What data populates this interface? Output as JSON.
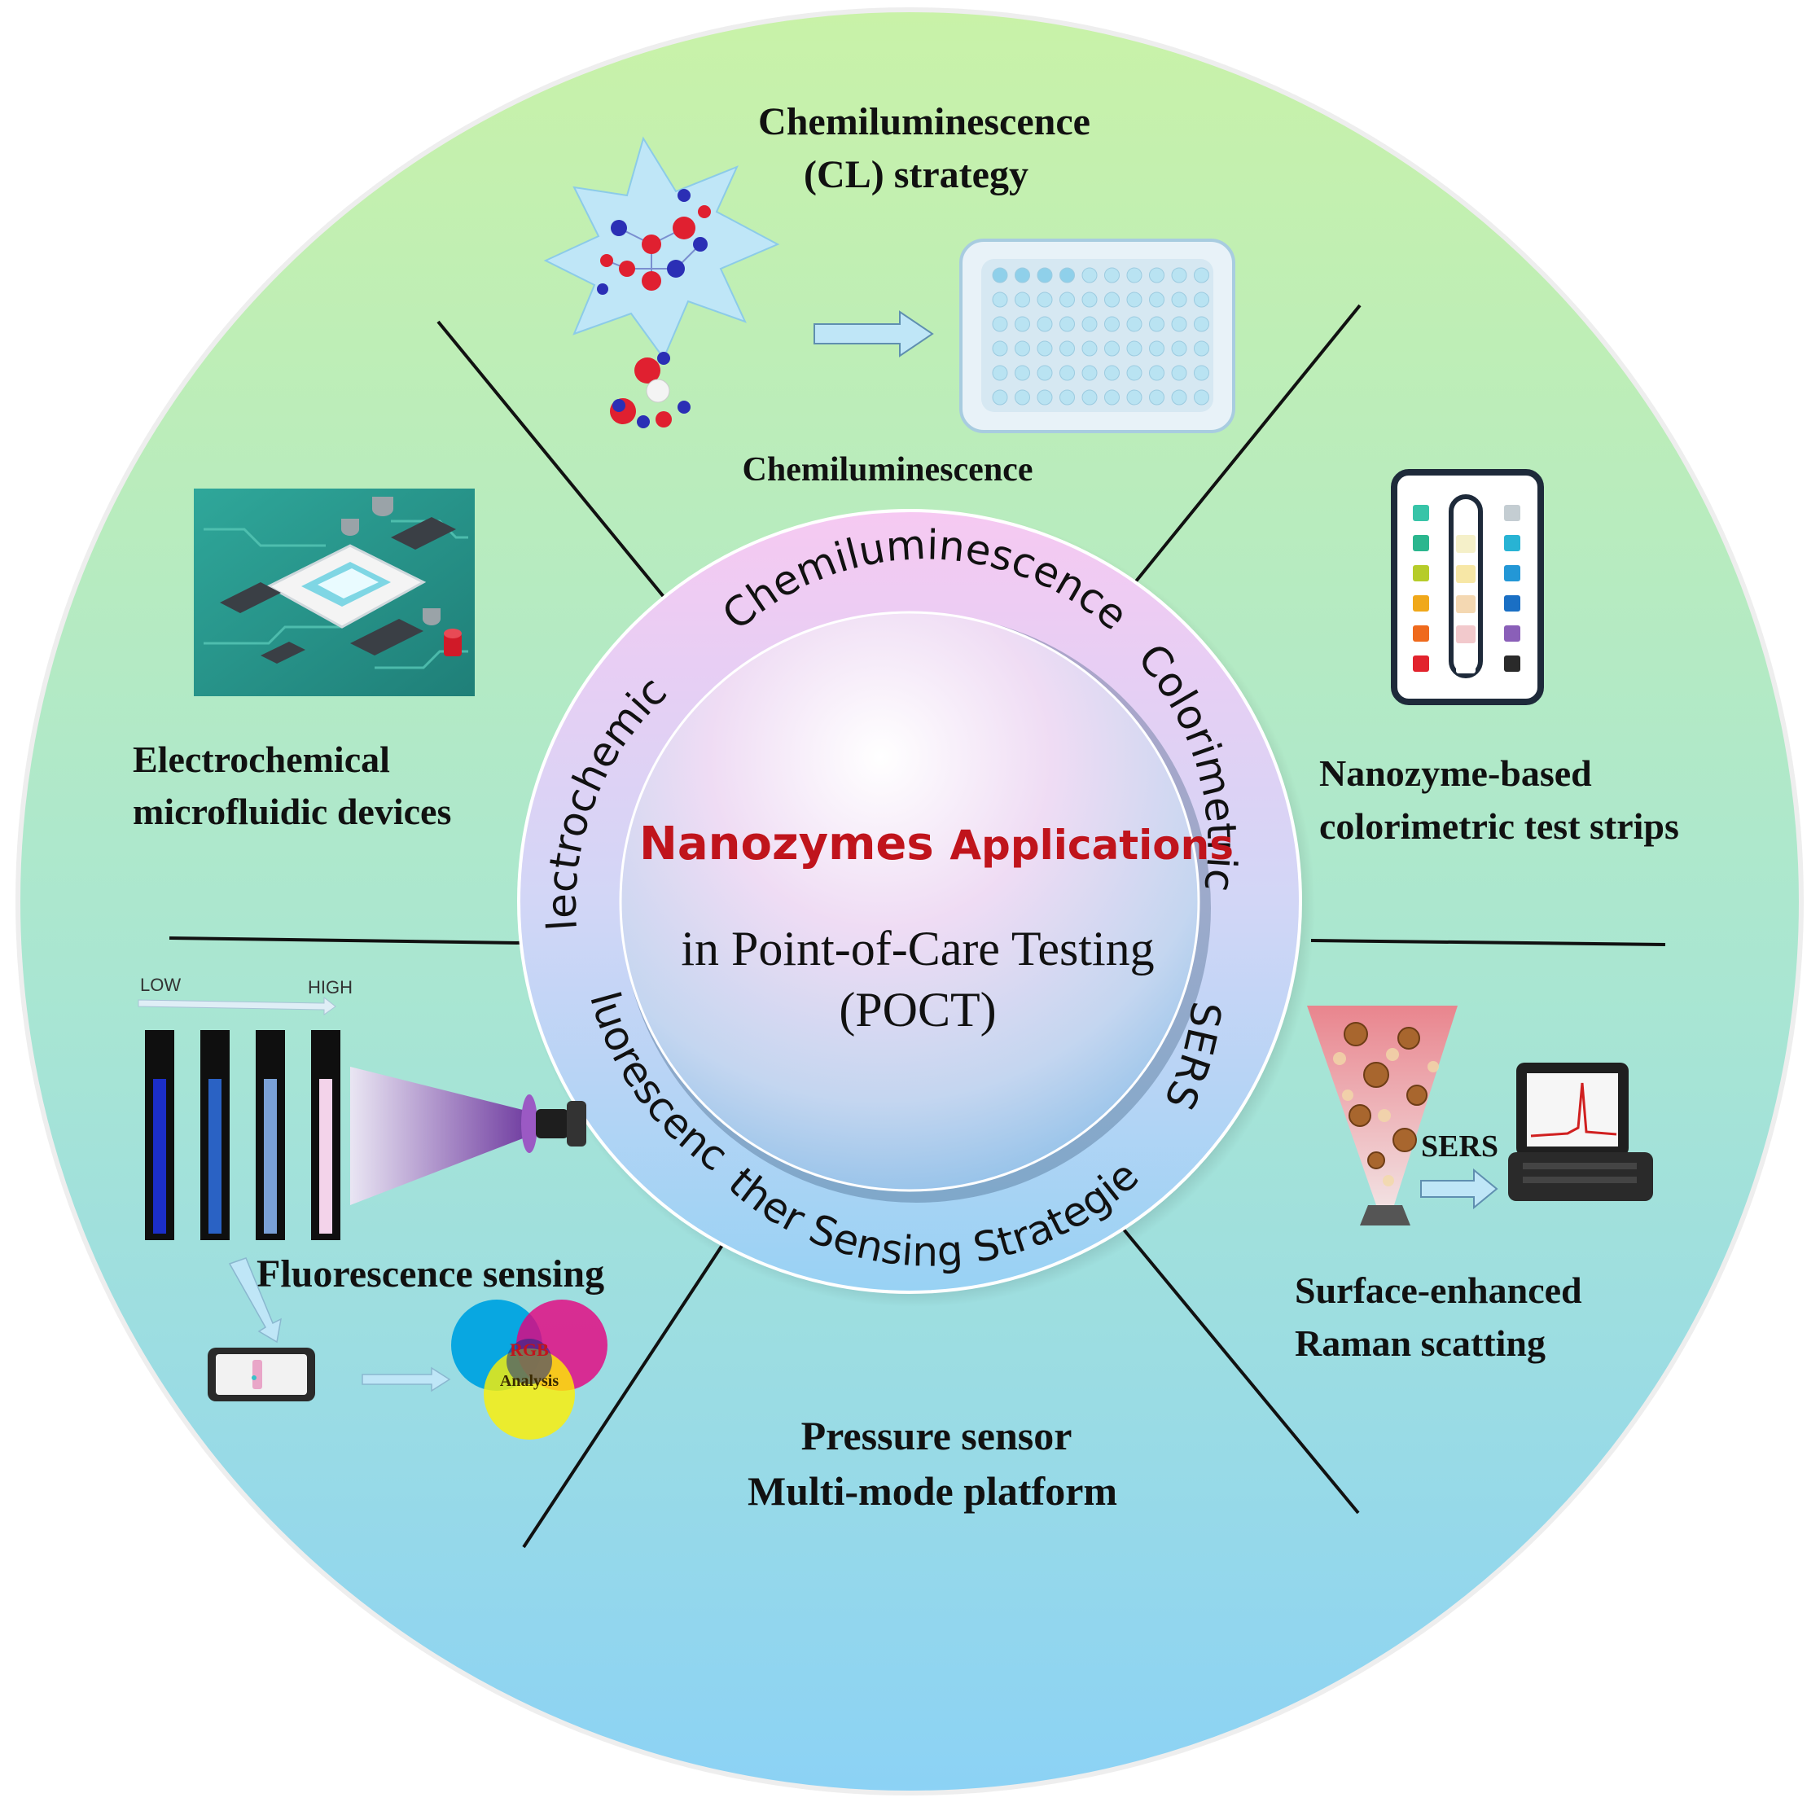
{
  "center": {
    "title_part1": "Nanozymes",
    "title_part2": "Applications",
    "subtitle_line1": "in Point-of-Care Testing",
    "subtitle_line2": "(POCT)"
  },
  "ring_labels": {
    "chemiluminescence": "Chemiluminescence",
    "colorimetric": "Colorimetric",
    "sers": "SERS",
    "other": "Other Sensing Strategies",
    "fluorescence": "Fluorescence",
    "electrochemical": "Electrochemical"
  },
  "sections": {
    "top_title_line1": "Chemiluminescence",
    "top_title_line2": "(CL) strategy",
    "top_caption": "Chemiluminescence",
    "right_upper_line1": "Nanozyme-based",
    "right_upper_line2": "colorimetric test strips",
    "right_lower_line1": "Surface-enhanced",
    "right_lower_line2": "Raman scatting",
    "sers_arrow_label": "SERS",
    "bottom_line1": "Pressure sensor",
    "bottom_line2": "Multi-mode platform",
    "left_lower_title": "Fluorescence sensing",
    "low_label": "LOW",
    "high_label": "HIGH",
    "rgb_label": "RGB",
    "analysis_label": "Analysis",
    "left_upper_line1": "Electrochemical",
    "left_upper_line2": "microfluidic devices"
  },
  "colors": {
    "outer_top": "#c9f2a8",
    "outer_bottom": "#8fd3f4",
    "ring_top": "#f4c8f0",
    "ring_bottom": "#9fd4f4",
    "title_red": "#c0141c"
  }
}
